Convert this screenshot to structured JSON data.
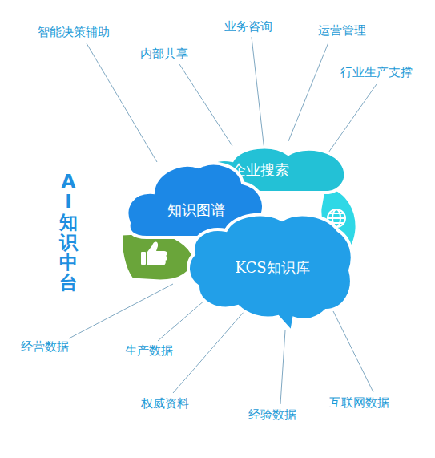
{
  "diagram": {
    "title": "AI知识中台",
    "nodes": [
      {
        "text": [
          "企业搜索"
        ]
      },
      {
        "text": [
          "知识图谱"
        ]
      },
      {
        "text": [
          "KCS知识库"
        ]
      }
    ],
    "labels": [
      "智能决策辅助",
      "内部共享",
      "业务咨询",
      "运营管理",
      "行业生产支撑",
      "经营数据",
      "生产数据",
      "权威资料",
      "经验数据",
      "互联网数据"
    ]
  }
}
